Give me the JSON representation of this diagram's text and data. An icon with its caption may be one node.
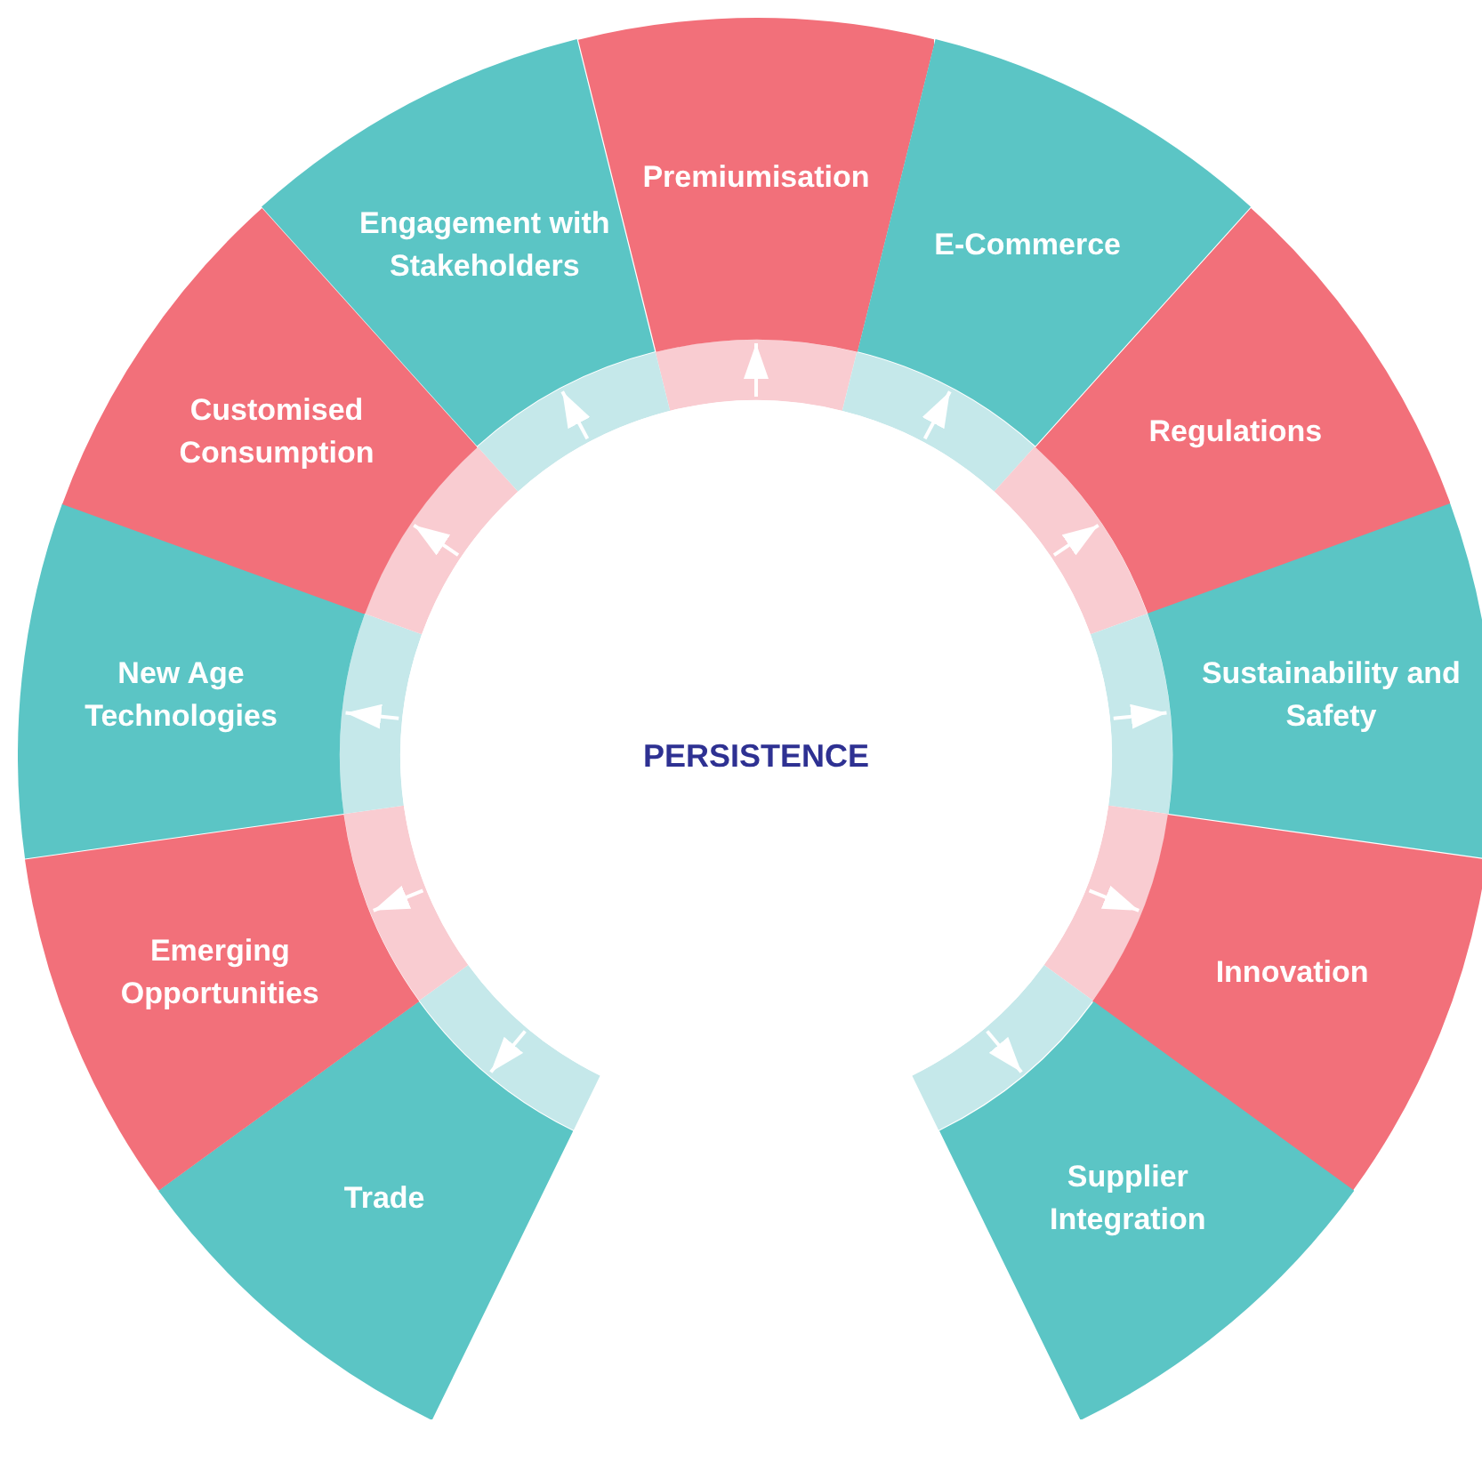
{
  "diagram": {
    "nodes": [
      {
        "text": [
          "Premiumisation"
        ]
      },
      {
        "text": [
          "E-Commerce"
        ]
      },
      {
        "text": [
          "Regulations"
        ]
      },
      {
        "text": [
          "Sustainability and Safety"
        ]
      },
      {
        "text": [
          "Innovation"
        ]
      },
      {
        "text": [
          "Supplier Integration"
        ]
      },
      {
        "text": [
          "Trade"
        ]
      },
      {
        "text": [
          "Emerging Opportunities"
        ]
      },
      {
        "text": [
          "New Age Technologies"
        ]
      },
      {
        "text": [
          "Customised Consumption"
        ]
      },
      {
        "text": [
          "Engagement with Stakeholders"
        ]
      },
      {
        "text": [
          "PERSISTENCE"
        ]
      }
    ],
    "edges": [
      {
        "from": 11,
        "to": 0,
        "arrow": "to"
      },
      {
        "from": 11,
        "to": 1,
        "arrow": "to"
      },
      {
        "from": 11,
        "to": 2,
        "arrow": "to"
      },
      {
        "from": 11,
        "to": 3,
        "arrow": "to"
      },
      {
        "from": 11,
        "to": 4,
        "arrow": "to"
      },
      {
        "from": 11,
        "to": 5,
        "arrow": "to"
      },
      {
        "from": 11,
        "to": 6,
        "arrow": "to"
      },
      {
        "from": 11,
        "to": 7,
        "arrow": "to"
      },
      {
        "from": 11,
        "to": 8,
        "arrow": "to"
      },
      {
        "from": 11,
        "to": 9,
        "arrow": "to"
      },
      {
        "from": 11,
        "to": 10,
        "arrow": "to"
      }
    ]
  }
}
